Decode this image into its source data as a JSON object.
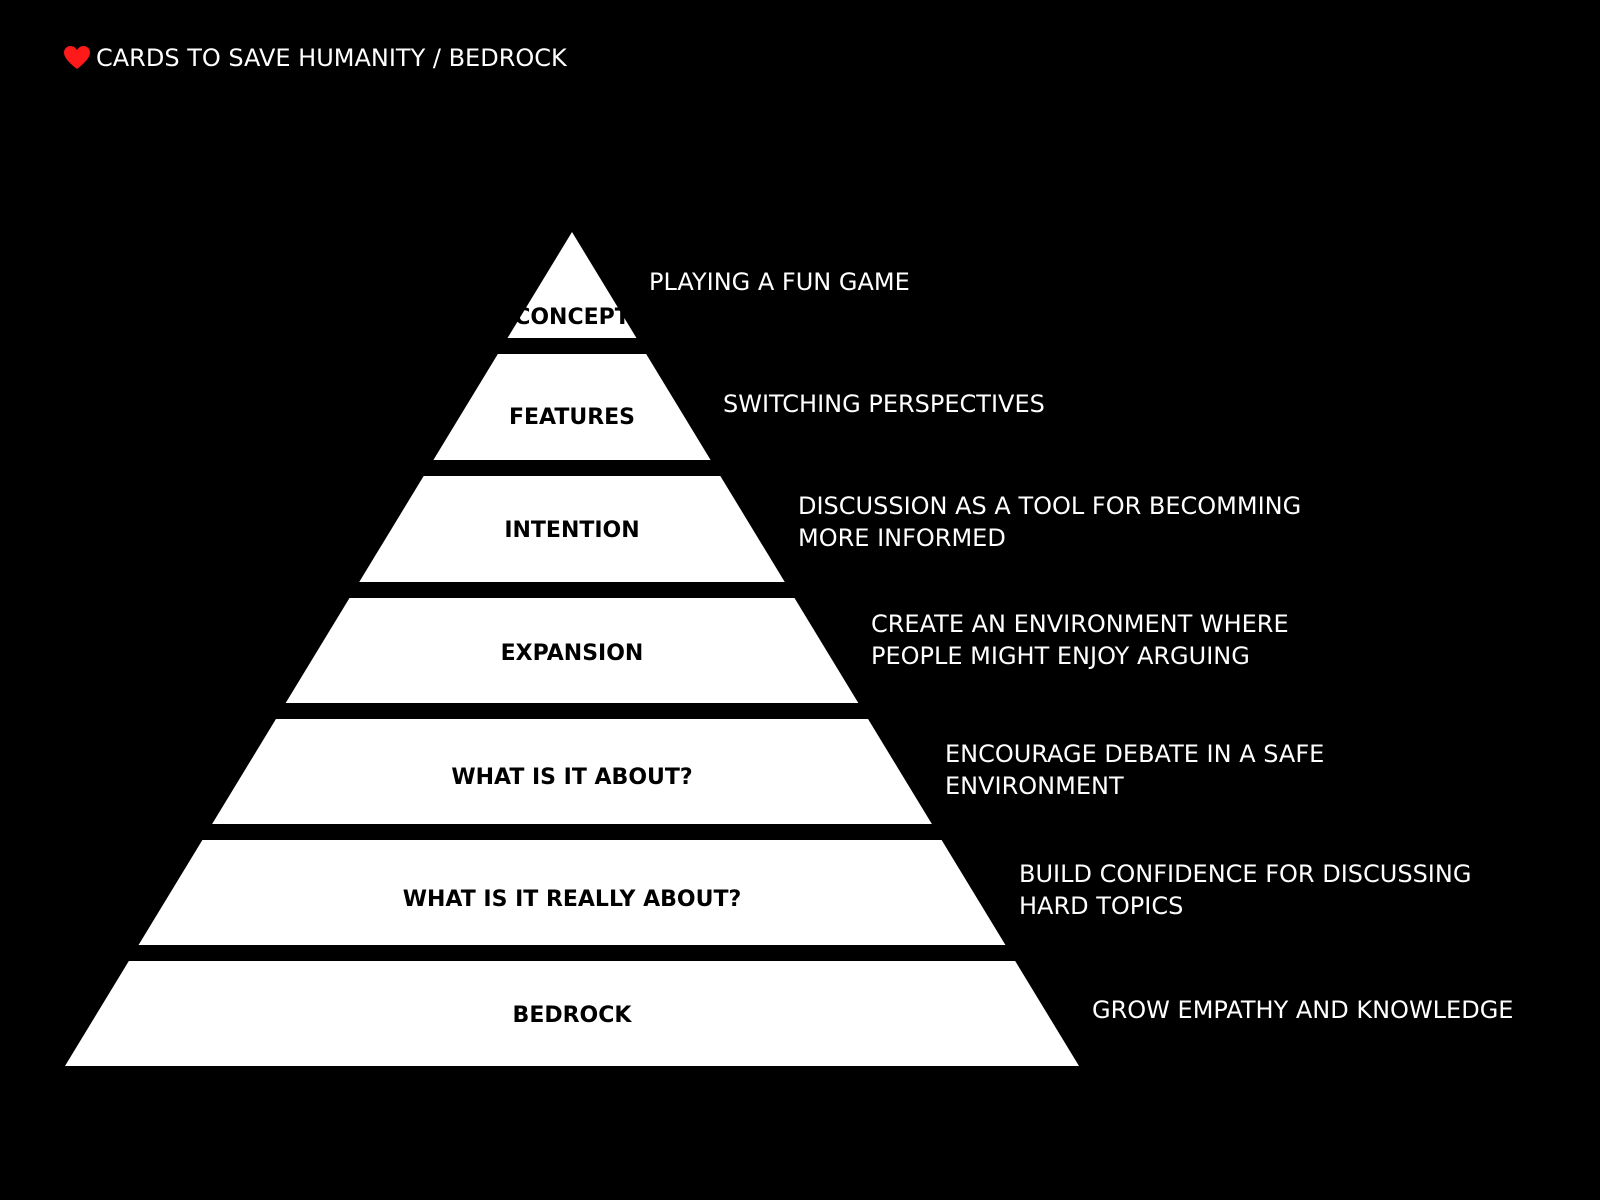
{
  "header": {
    "icon": "heart-icon",
    "icon_color": "#ff1a1a",
    "title": "CARDS TO SAVE HUMANITY / BEDROCK"
  },
  "colors": {
    "background": "#000000",
    "tier_fill": "#ffffff",
    "label": "#000000",
    "text": "#ffffff"
  },
  "levels": [
    {
      "label": "CONCEPT",
      "description": [
        "PLAYING A FUN GAME"
      ]
    },
    {
      "label": "FEATURES",
      "description": [
        "SWITCHING  PERSPECTIVES"
      ]
    },
    {
      "label": "INTENTION",
      "description": [
        "DISCUSSION AS A TOOL FOR BECOMMING",
        "MORE INFORMED"
      ]
    },
    {
      "label": "EXPANSION",
      "description": [
        "CREATE AN ENVIRONMENT WHERE",
        "PEOPLE MIGHT ENJOY ARGUING"
      ]
    },
    {
      "label": "WHAT IS IT ABOUT?",
      "description": [
        "ENCOURAGE DEBATE IN A SAFE",
        "ENVIRONMENT"
      ]
    },
    {
      "label": "WHAT IS IT REALLY ABOUT?",
      "description": [
        "BUILD CONFIDENCE FOR DISCUSSING",
        "HARD TOPICS"
      ]
    },
    {
      "label": "BEDROCK",
      "description": [
        "GROW EMPATHY AND KNOWLEDGE"
      ]
    }
  ]
}
